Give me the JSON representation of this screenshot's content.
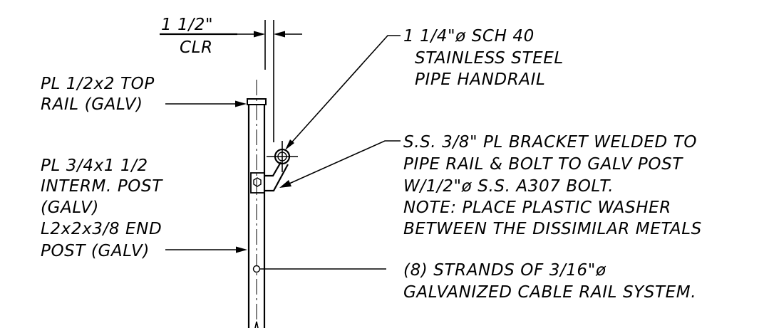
{
  "dimension": {
    "value": "1 1/2\"",
    "unit": "CLR"
  },
  "callouts": {
    "handrail": [
      "1 1/4\"ø SCH 40",
      "STAINLESS STEEL",
      "PIPE HANDRAIL"
    ],
    "top_rail": [
      "PL 1/2x2 TOP",
      "RAIL (GALV)"
    ],
    "bracket": [
      "S.S. 3/8\" PL BRACKET WELDED TO",
      "PIPE RAIL & BOLT TO GALV POST",
      "W/1/2\"ø S.S. A307 BOLT.",
      "NOTE: PLACE PLASTIC WASHER",
      "BETWEEN THE DISSIMILAR METALS"
    ],
    "interm_post": [
      "PL 3/4x1 1/2",
      "INTERM. POST",
      "(GALV)"
    ],
    "end_post": [
      "L2x2x3/8 END",
      "POST (GALV)"
    ],
    "cable": [
      "(8) STRANDS OF 3/16\"ø",
      "GALVANIZED CABLE RAIL SYSTEM."
    ]
  }
}
